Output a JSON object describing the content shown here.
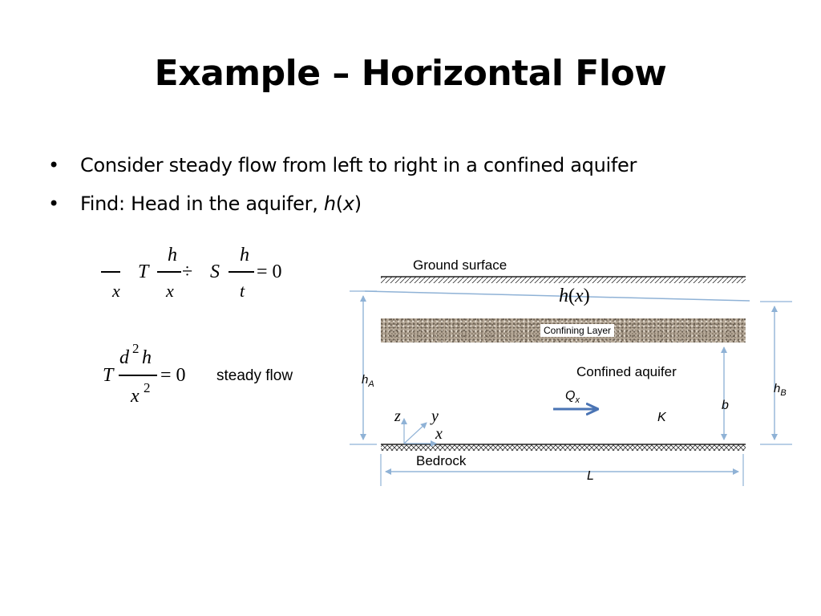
{
  "slide": {
    "title": "Example – Horizontal Flow",
    "bullets": [
      {
        "marker": "•",
        "text": "Consider steady flow from left to right in a confined aquifer"
      },
      {
        "marker": "•",
        "text_before": "Find: Head in the aquifer, ",
        "h": "h",
        "paren_open": "(",
        "x": "x",
        "paren_close": ")"
      }
    ]
  },
  "equations": {
    "general": {
      "T": "T",
      "h_num": "h",
      "x_den": "x",
      "S": "S",
      "t_den": "t",
      "x_outer": "x",
      "equals": "= 0",
      "operator": "÷"
    },
    "steady": {
      "T": "T",
      "d": "d",
      "sup2": "2",
      "h": "h",
      "x": "x",
      "equals": "= 0",
      "label": "steady flow"
    }
  },
  "diagram": {
    "ground_surface": "Ground surface",
    "head_func": {
      "h": "h",
      "open": "(",
      "x": "x",
      "close": ")"
    },
    "confining_layer": "Confining Layer",
    "confined_aquifer": "Confined aquifer",
    "hA": {
      "base": "h",
      "sub": "A"
    },
    "hB": {
      "base": "h",
      "sub": "B"
    },
    "Qx": {
      "base": "Q",
      "sub": "x"
    },
    "b": "b",
    "K": "K",
    "axis_z": "z",
    "axis_y": "y",
    "axis_x": "x",
    "bedrock": "Bedrock",
    "L": "L",
    "colors": {
      "flow_arrow": "#4a74b4",
      "guide_lines": "#8fb2d6",
      "confining_layer": "#b5a897"
    }
  }
}
